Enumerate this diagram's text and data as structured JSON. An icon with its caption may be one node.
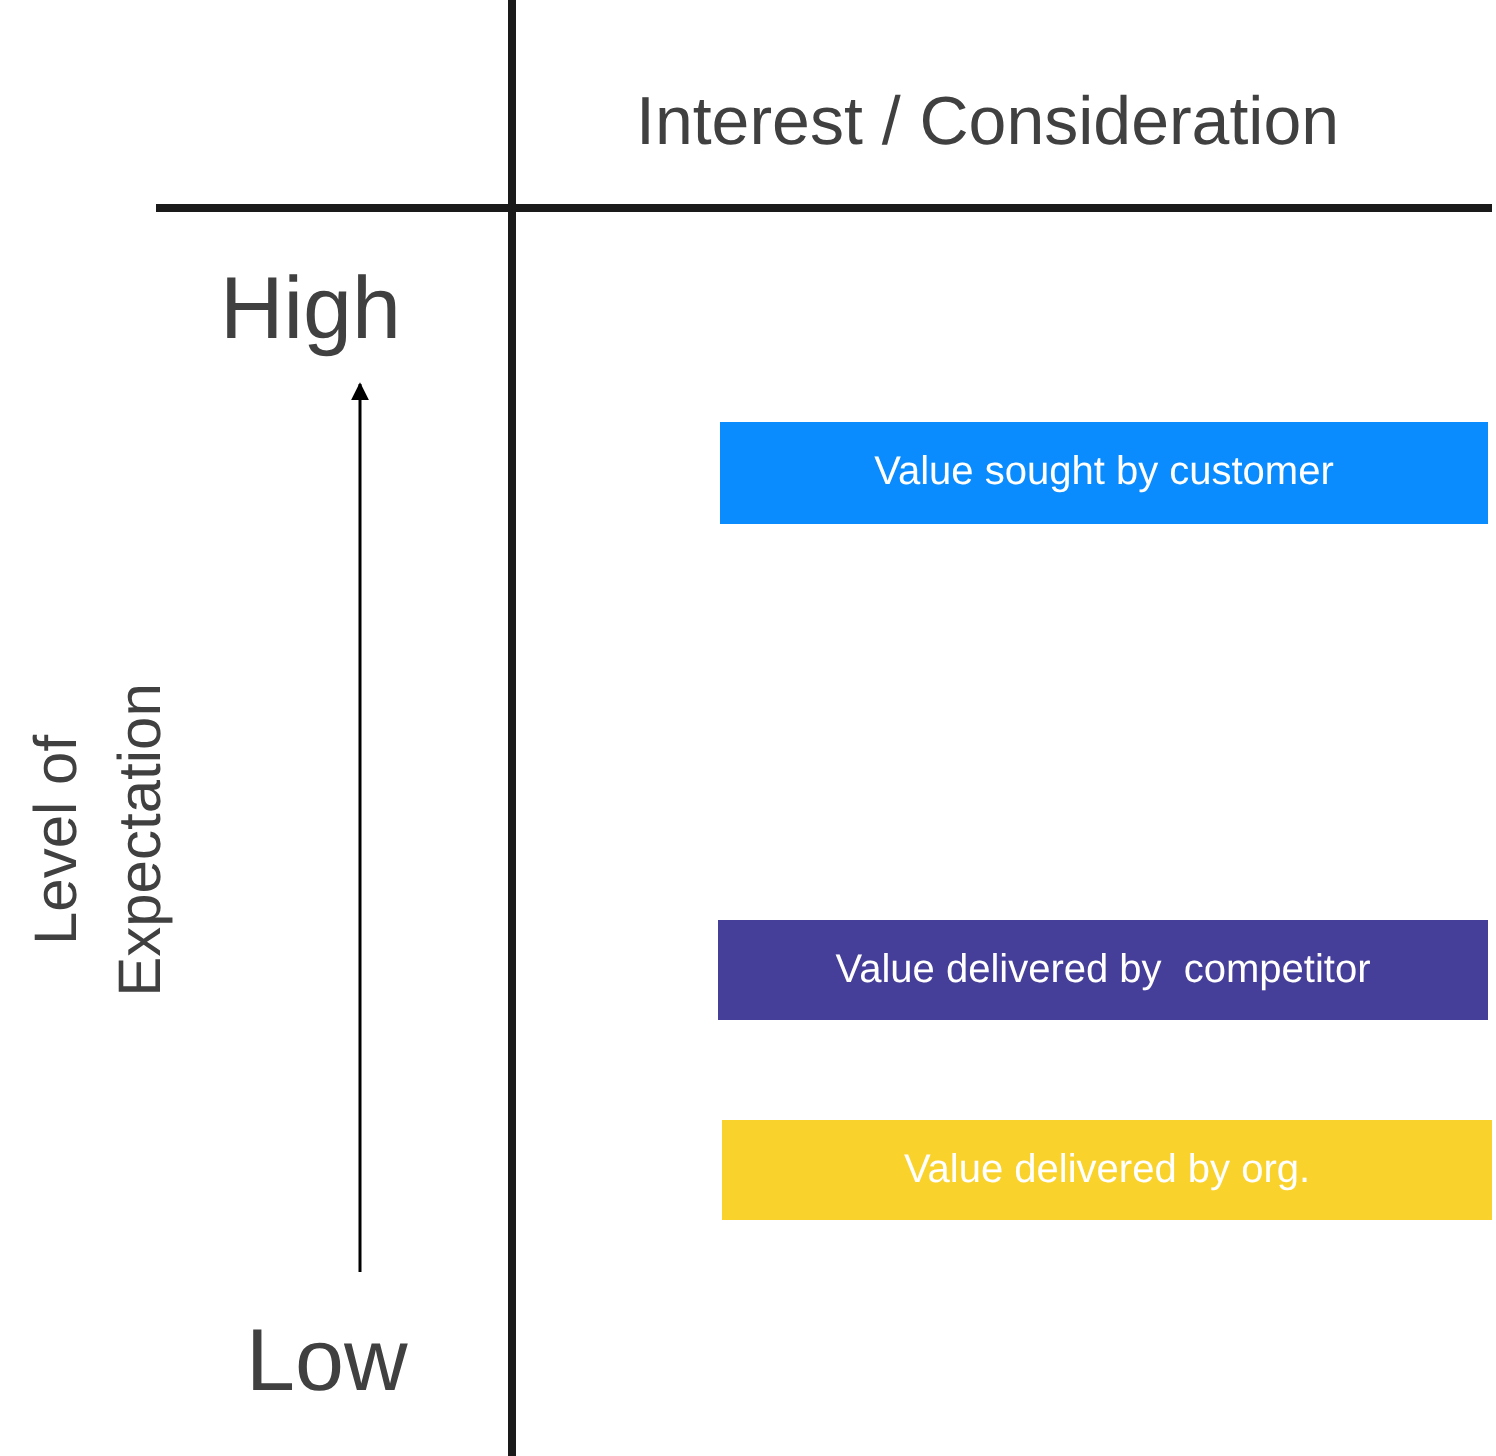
{
  "diagram": {
    "nodes": [
      {
        "text": [
          "Value sought by customer"
        ]
      },
      {
        "text": [
          "Value delivered by  competitor"
        ]
      },
      {
        "text": [
          "Value delivered by org."
        ]
      }
    ],
    "labels": [
      "Interest / Consideration",
      "High",
      "Level of Expectation",
      "Low"
    ]
  }
}
